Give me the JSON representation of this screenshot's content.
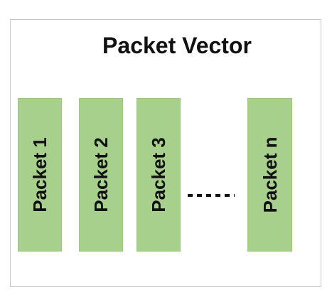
{
  "diagram": {
    "title": "Packet Vector",
    "packets": [
      {
        "label": "Packet 1"
      },
      {
        "label": "Packet 2"
      },
      {
        "label": "Packet 3"
      },
      {
        "label": "Packet n"
      }
    ],
    "colors": {
      "packet_fill": "#a8d08d",
      "frame_border": "#c9c9c9",
      "text": "#111111"
    }
  }
}
